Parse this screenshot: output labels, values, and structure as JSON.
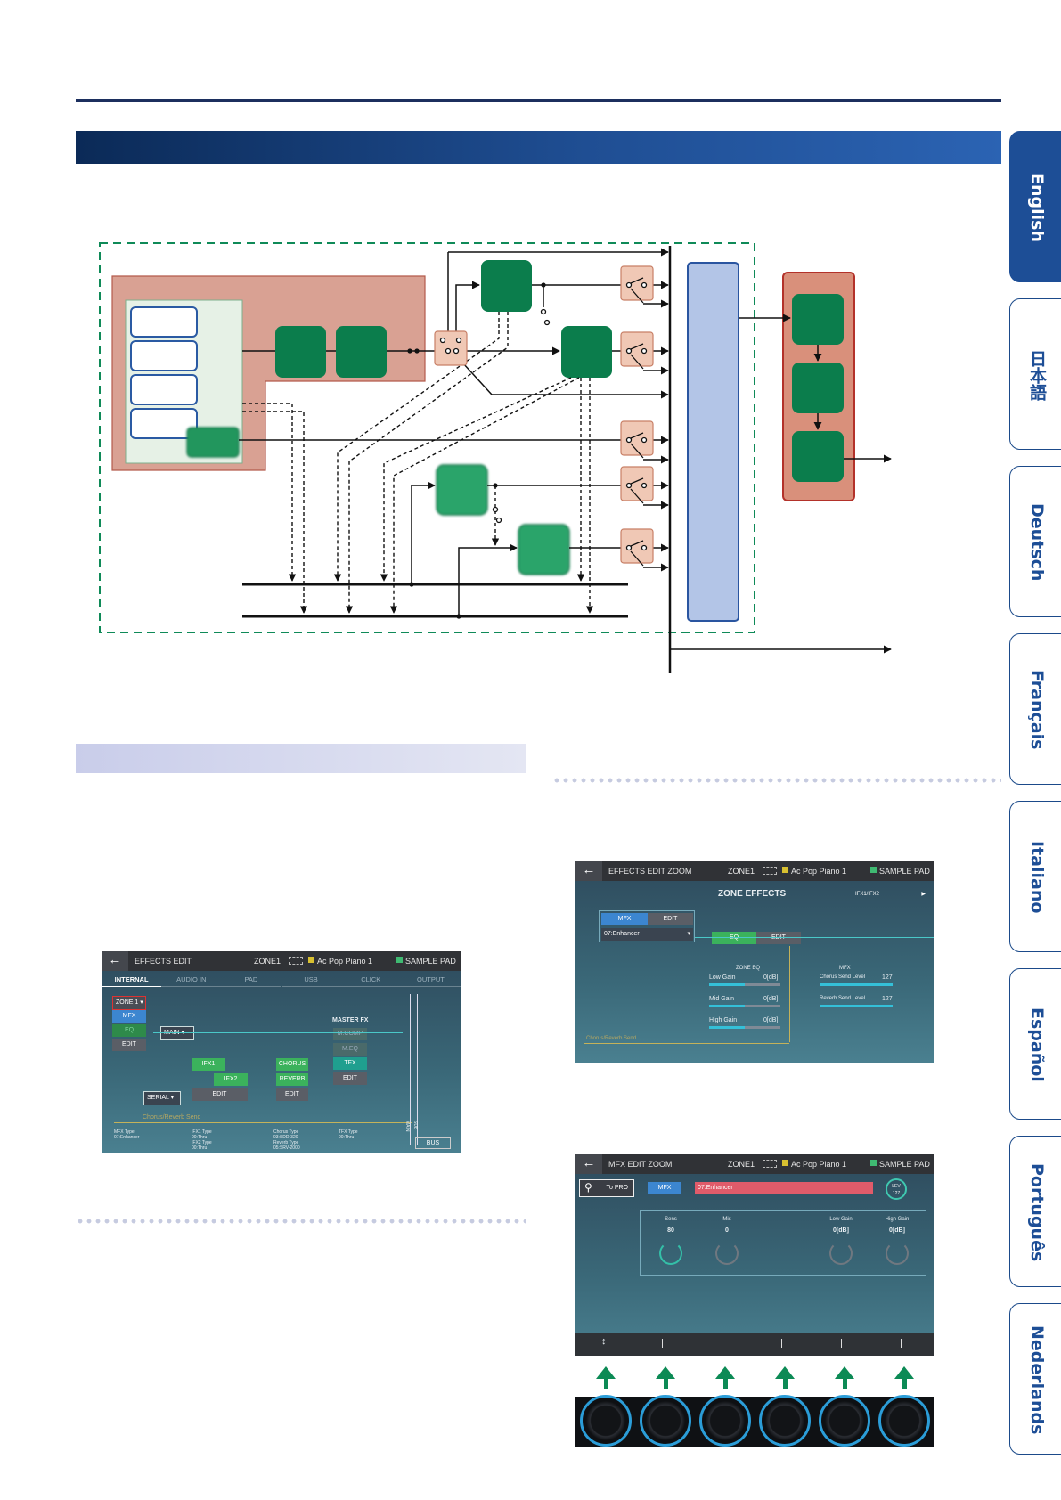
{
  "languages": [
    {
      "label": "English",
      "active": true
    },
    {
      "label": "日本語",
      "active": false
    },
    {
      "label": "Deutsch",
      "active": false
    },
    {
      "label": "Français",
      "active": false
    },
    {
      "label": "Italiano",
      "active": false
    },
    {
      "label": "Español",
      "active": false
    },
    {
      "label": "Português",
      "active": false
    },
    {
      "label": "Nederlands",
      "active": false
    }
  ],
  "effects_edit": {
    "title": "EFFECTS EDIT",
    "zone": "ZONE1",
    "tone": "Ac Pop Piano 1",
    "sample_pad": "SAMPLE PAD",
    "tabs": [
      "INTERNAL",
      "AUDIO IN",
      "PAD",
      "USB",
      "CLICK",
      "OUTPUT"
    ],
    "zone_select": "ZONE 1",
    "mfx": "MFX",
    "eq": "EQ",
    "edit": "EDIT",
    "main": "MAIN",
    "master_fx": "MASTER FX",
    "m_comp": "M.COMP",
    "m_eq": "M.EQ",
    "tfx": "TFX",
    "ifx1": "IFX1",
    "ifx2": "IFX2",
    "chorus": "CHORUS",
    "reverb": "REVERB",
    "serial": "SERIAL",
    "chorus_reverb_send": "Chorus/Reverb Send",
    "mfx_type_label": "MFX Type",
    "mfx_type_value": "07:Enhancer",
    "ifx1_type_label": "IFX1 Type",
    "ifx1_type_value": "00:Thru",
    "ifx2_type_label": "IFX2 Type",
    "ifx2_type_value": "00:Thru",
    "chorus_type_label": "Chorus Type",
    "chorus_type_value": "03:SDD-320",
    "reverb_type_label": "Reverb Type",
    "reverb_type_value": "05:SRV-2000",
    "tfx_type_label": "TFX Type",
    "tfx_type_value": "00:Thru",
    "main_vert": "MAIN",
    "sub_vert": "SUB",
    "bus": "BUS"
  },
  "zoom_screen": {
    "title": "EFFECTS EDIT ZOOM",
    "zone": "ZONE1",
    "tone": "Ac Pop Piano 1",
    "sample_pad": "SAMPLE PAD",
    "heading": "ZONE EFFECTS",
    "ifx_select": "IFX1/IFX2",
    "mfx": "MFX",
    "edit": "EDIT",
    "eq": "EQ",
    "mfx_type": "07:Enhancer",
    "zone_eq": "ZONE EQ",
    "mfx_header": "MFX",
    "params": [
      {
        "label": "Low Gain",
        "value": "0[dB]"
      },
      {
        "label": "Mid Gain",
        "value": "0[dB]"
      },
      {
        "label": "High Gain",
        "value": "0[dB]"
      }
    ],
    "sends": [
      {
        "label": "Chorus Send Level",
        "value": "127"
      },
      {
        "label": "Reverb Send Level",
        "value": "127"
      }
    ],
    "chorus_reverb_send": "Chorus/Reverb Send"
  },
  "mfx_screen": {
    "title": "MFX EDIT ZOOM",
    "zone": "ZONE1",
    "tone": "Ac Pop Piano 1",
    "sample_pad": "SAMPLE PAD",
    "to_pro": "To PRO",
    "mfx": "MFX",
    "type": "07:Enhancer",
    "lev_label": "LEV",
    "lev_value": "127",
    "knobs": [
      {
        "label": "Sens",
        "value": "80"
      },
      {
        "label": "Mix",
        "value": "0"
      },
      {
        "label": "Low Gain",
        "value": "0[dB]"
      },
      {
        "label": "High Gain",
        "value": "0[dB]"
      }
    ]
  }
}
